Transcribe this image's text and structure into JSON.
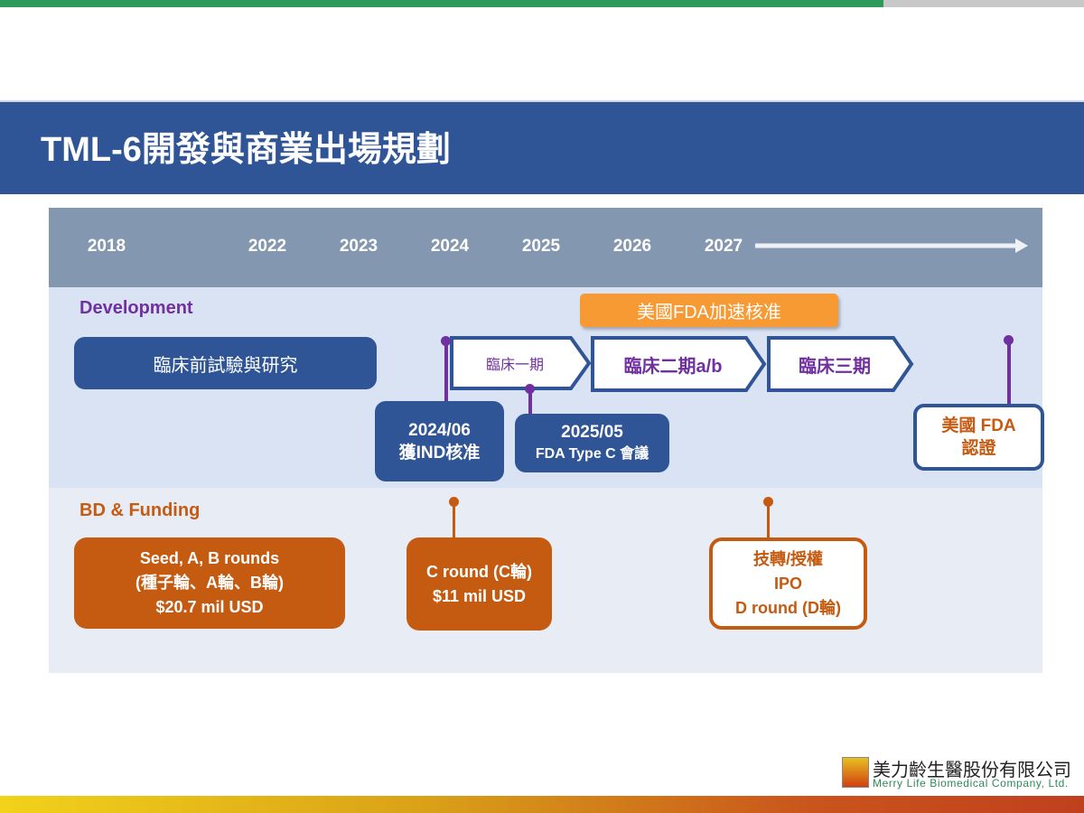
{
  "title": "TML-6開發與商業出場規劃",
  "years": [
    "2018",
    "2022",
    "2023",
    "2024",
    "2025",
    "2026",
    "2027"
  ],
  "development": {
    "label": "Development",
    "preclinical": "臨床前試驗與研究",
    "accelerated": "美國FDA加速核准",
    "phase1": "臨床一期",
    "phase2": "臨床二期a/b",
    "phase3": "臨床三期",
    "ind_date": "2024/06",
    "ind_text": "獲IND核准",
    "typec_date": "2025/05",
    "typec_text": "FDA Type C 會議",
    "fda_line1": "美國 FDA",
    "fda_line2": "認證"
  },
  "bd": {
    "label": "BD & Funding",
    "seed": [
      "Seed, A, B rounds",
      "(種子輪、A輪、B輪)",
      "$20.7 mil USD"
    ],
    "c_round": [
      "C round (C輪)",
      "$11 mil USD"
    ],
    "exit": [
      "技轉/授權",
      "IPO",
      "D round (D輪)"
    ]
  },
  "company": {
    "name_zh": "美力齡生醫股份有限公司",
    "name_en": "Merry Life Biomedical Company, Ltd."
  },
  "colors": {
    "blue": "#2f5597",
    "purple": "#7030a0",
    "orange": "#c55a11",
    "accent": "#f79a33"
  }
}
